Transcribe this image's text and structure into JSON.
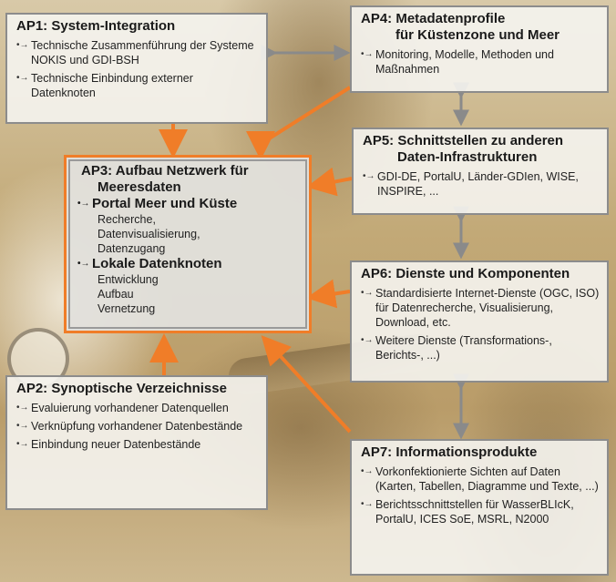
{
  "colors": {
    "accent": "#f07d28",
    "connector_gray": "#9a9a9a"
  },
  "ap1": {
    "title": "AP1: System-Integration",
    "items": [
      "Technische Zusammenführung der Systeme NOKIS und GDI-BSH",
      "Technische Einbindung externer Datenknoten"
    ]
  },
  "ap3": {
    "title_line1": "AP3: Aufbau Netzwerk für",
    "title_line2": "Meeresdaten",
    "section1": "Portal Meer und Küste",
    "section1_lines": [
      "Recherche,",
      "Datenvisualisierung,",
      "Datenzugang"
    ],
    "section2": "Lokale Datenknoten",
    "section2_lines": [
      "Entwicklung",
      "Aufbau",
      "Vernetzung"
    ]
  },
  "ap2": {
    "title": "AP2: Synoptische Verzeichnisse",
    "items": [
      "Evaluierung vorhandener Datenquellen",
      "Verknüpfung vorhandener Datenbestände",
      "Einbindung neuer Datenbestände"
    ]
  },
  "ap4": {
    "title_line1": "AP4: Metadatenprofile",
    "title_line2": "für Küstenzone und Meer",
    "items": [
      "Monitoring, Modelle, Methoden und Maßnahmen"
    ]
  },
  "ap5": {
    "title_line1": "AP5: Schnittstellen zu anderen",
    "title_line2": "Daten-Infrastrukturen",
    "items": [
      "GDI-DE, PortalU, Länder-GDIen, WISE, INSPIRE, ..."
    ]
  },
  "ap6": {
    "title": "AP6: Dienste und Komponenten",
    "items": [
      "Standardisierte Internet-Dienste (OGC, ISO) für Datenrecherche, Visualisierung, Download, etc.",
      "Weitere Dienste (Transformations-, Berichts-, ...)"
    ]
  },
  "ap7": {
    "title": "AP7: Informationsprodukte",
    "items": [
      "Vorkonfektionierte Sichten auf Daten (Karten, Tabellen, Diagramme und Texte, ...)",
      "Berichtsschnittstellen für WasserBLIcK, PortalU, ICES SoE, MSRL, N2000"
    ]
  }
}
